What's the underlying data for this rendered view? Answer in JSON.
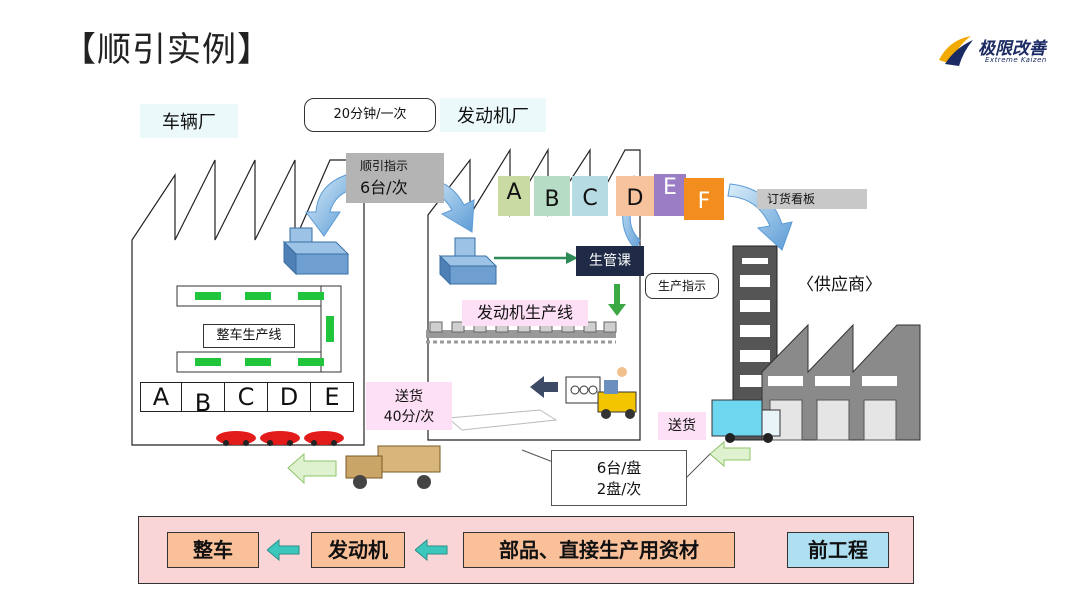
{
  "title": "【顺引实例】",
  "logo": {
    "name": "极限改善",
    "sub": "Extreme Kaizen"
  },
  "labels": {
    "vehicle_plant": "车辆厂",
    "engine_plant": "发动机厂",
    "interval": "20分钟/一次",
    "seq_title": "顺引指示",
    "seq_qty": "6台/次",
    "order_kanban": "订货看板",
    "prod_control": "生管课",
    "prod_instruction": "生产指示",
    "supplier": "〈供应商〉",
    "engine_line": "发动机生产线",
    "assembly_line": "整车生产线",
    "delivery": "送货",
    "delivery_time": "40分/次",
    "delivery2": "送货",
    "qty_line1": "6台/盘",
    "qty_line2": "2盘/次"
  },
  "engine_boxes": [
    {
      "letter": "A",
      "color": "#c9dba3"
    },
    {
      "letter": "B",
      "color": "#b7dcc5"
    },
    {
      "letter": "C",
      "color": "#b6dbe3"
    },
    {
      "letter": "D",
      "color": "#f6c39c"
    },
    {
      "letter": "E",
      "color": "#9a7dc4"
    },
    {
      "letter": "F",
      "color": "#f28d1e"
    }
  ],
  "vehicle_slots": [
    "A",
    "B",
    "C",
    "D",
    "E"
  ],
  "flow": {
    "items": [
      "整车",
      "发动机",
      "部品、直接生产用资材"
    ],
    "pre_process": "前工程",
    "bg": "#fad5d8",
    "item_color": "#f9c09a",
    "pre_color": "#aee0f2"
  }
}
